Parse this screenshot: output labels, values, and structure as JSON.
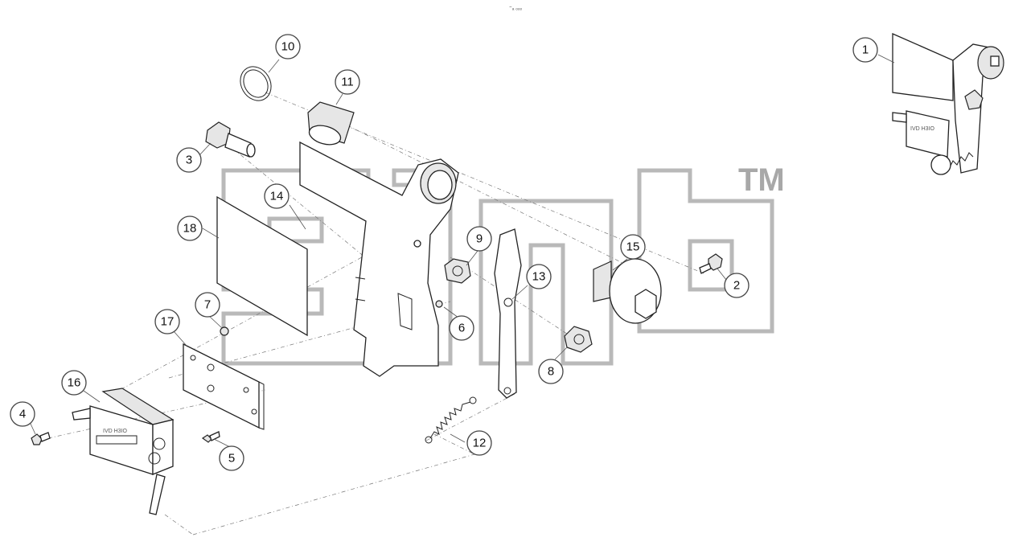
{
  "header_mark": "⁼ₐ ₒₒₒ",
  "watermark": {
    "trademark": "TM",
    "color": "#b9b9b9"
  },
  "counter_face_text": "IVD H3IO",
  "callouts": [
    {
      "id": "callout-1",
      "label": "1"
    },
    {
      "id": "callout-2",
      "label": "2"
    },
    {
      "id": "callout-3",
      "label": "3"
    },
    {
      "id": "callout-4",
      "label": "4"
    },
    {
      "id": "callout-5",
      "label": "5"
    },
    {
      "id": "callout-6",
      "label": "6"
    },
    {
      "id": "callout-7",
      "label": "7"
    },
    {
      "id": "callout-8",
      "label": "8"
    },
    {
      "id": "callout-9",
      "label": "9"
    },
    {
      "id": "callout-10",
      "label": "10"
    },
    {
      "id": "callout-11",
      "label": "11"
    },
    {
      "id": "callout-12",
      "label": "12"
    },
    {
      "id": "callout-13",
      "label": "13"
    },
    {
      "id": "callout-14",
      "label": "14"
    },
    {
      "id": "callout-15",
      "label": "15"
    },
    {
      "id": "callout-16",
      "label": "16"
    },
    {
      "id": "callout-17",
      "label": "17"
    },
    {
      "id": "callout-18",
      "label": "18"
    }
  ]
}
